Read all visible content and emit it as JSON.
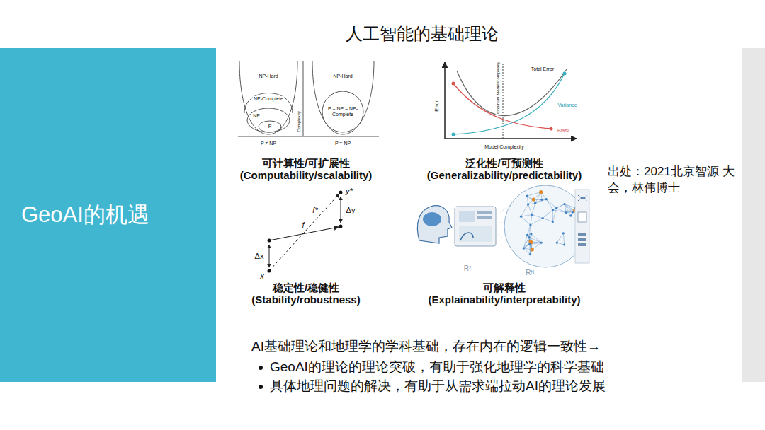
{
  "diagram": {
    "title": "人工智能的基础理论",
    "nodes": [
      {
        "text": [
          "GeoAI的机遇"
        ]
      }
    ],
    "labels": [
      "NP-Hard",
      "NP-Complete",
      "NP",
      "P",
      "Complexity",
      "NP-Hard",
      "P = NP = NP-Complete",
      "P ≠ NP",
      "P = NP",
      "可计算性/可扩展性",
      "(Computability/scalability)",
      "Total Error",
      "Optimum Model Complexity",
      "Error",
      "Variance",
      "Bias²",
      "Model Complexity",
      "泛化性/可预测性",
      "(Generalizability/predictability)",
      "y*",
      "Δy",
      "f*",
      "f",
      "Δx",
      "x",
      "稳定性/稳健性",
      "(Stability/robustness)",
      "R²",
      "Rᴺ",
      "可解释性",
      "(Explainability/interpretability)",
      "出处：2021北京智源 大会，林伟博士",
      "AI基础理论和地理学的学科基础，存在内在的逻辑一致性→",
      "GeoAI的理论的理论突破，有助于强化地理学的科学基础",
      "具体地理问题的解决，有助于从需求端拉动AI的理论发展"
    ]
  }
}
